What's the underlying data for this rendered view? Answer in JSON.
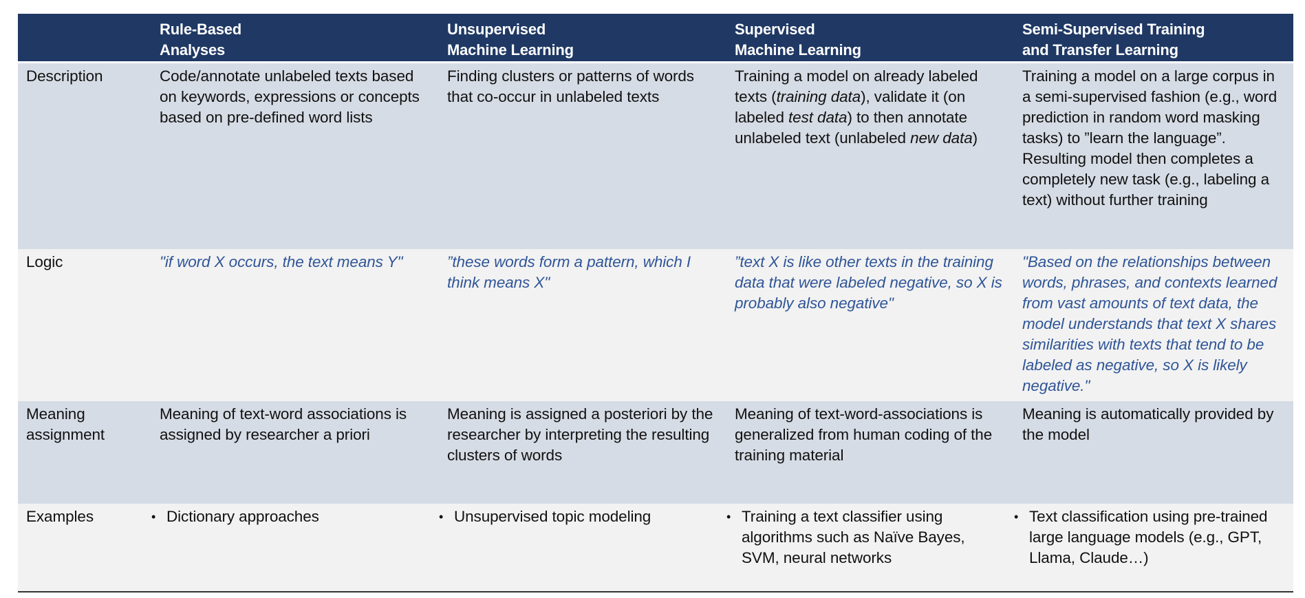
{
  "header": {
    "col0": "",
    "col1": "Rule-Based\nAnalyses",
    "col2": "Unsupervised\nMachine Learning",
    "col3": "Supervised\nMachine Learning",
    "col4": "Semi-Supervised Training\nand Transfer Learning"
  },
  "rows": {
    "description": {
      "label": "Description",
      "c1": "Code/annotate unlabeled texts based on keywords, expressions or concepts based on pre-defined word lists",
      "c2": "Finding clusters or patterns of words that co-occur in unlabeled texts",
      "c3_parts": [
        "Training a model on already labeled texts (",
        "training data",
        "), validate it (on labeled ",
        "test data",
        ") to then annotate unlabeled text (unlabeled ",
        "new data",
        ")"
      ],
      "c4": "Training a model on a large corpus in a semi-supervised fashion (e.g., word prediction in random word masking tasks) to ”learn the language”. Resulting model then completes a completely new task (e.g., labeling a text) without further training"
    },
    "logic": {
      "label": "Logic",
      "c1": "\"if word X occurs, the text means Y\"",
      "c2": "”these words form a pattern, which I think means X\"",
      "c3": "”text X is like other texts in the training data that were labeled negative, so X is probably also negative\"",
      "c4": "\"Based on the relationships between words, phrases, and contexts learned from vast amounts of text data, the model understands that text X shares similarities with texts that tend to be labeled as negative, so X is likely negative.\""
    },
    "meaning": {
      "label": "Meaning\nassignment",
      "c1": "Meaning of text-word associations is assigned by researcher a priori",
      "c2": "Meaning is assigned a posteriori by the researcher by interpreting the resulting clusters of words",
      "c3": "Meaning of text-word-associations is generalized from human coding of the training material",
      "c4": "Meaning is automatically provided by the model"
    },
    "examples": {
      "label": "Examples",
      "bullet": "•",
      "c1": "Dictionary approaches",
      "c2": "Unsupervised topic modeling",
      "c3": "Training a text classifier using algorithms such as Naïve Bayes, SVM, neural networks",
      "c4": "Text classification using pre-trained large language models (e.g., GPT, Llama, Claude…)"
    }
  },
  "colors": {
    "header_bg": "#1f3864",
    "band_dark": "#d6dce5",
    "band_light": "#f2f2f2",
    "logic_text": "#2f5597"
  }
}
